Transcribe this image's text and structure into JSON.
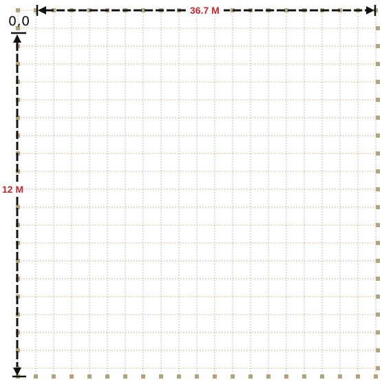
{
  "diagram": {
    "origin_label": "0,0",
    "width_dimension_label": "36.7 M",
    "height_dimension_label": "12 M",
    "colors": {
      "grid_dots": "#c9b596",
      "grid_posts": "#b4a27f",
      "dimension_lines": "#111111",
      "dimension_text": "#c0282d",
      "background": "#ffffff"
    }
  }
}
